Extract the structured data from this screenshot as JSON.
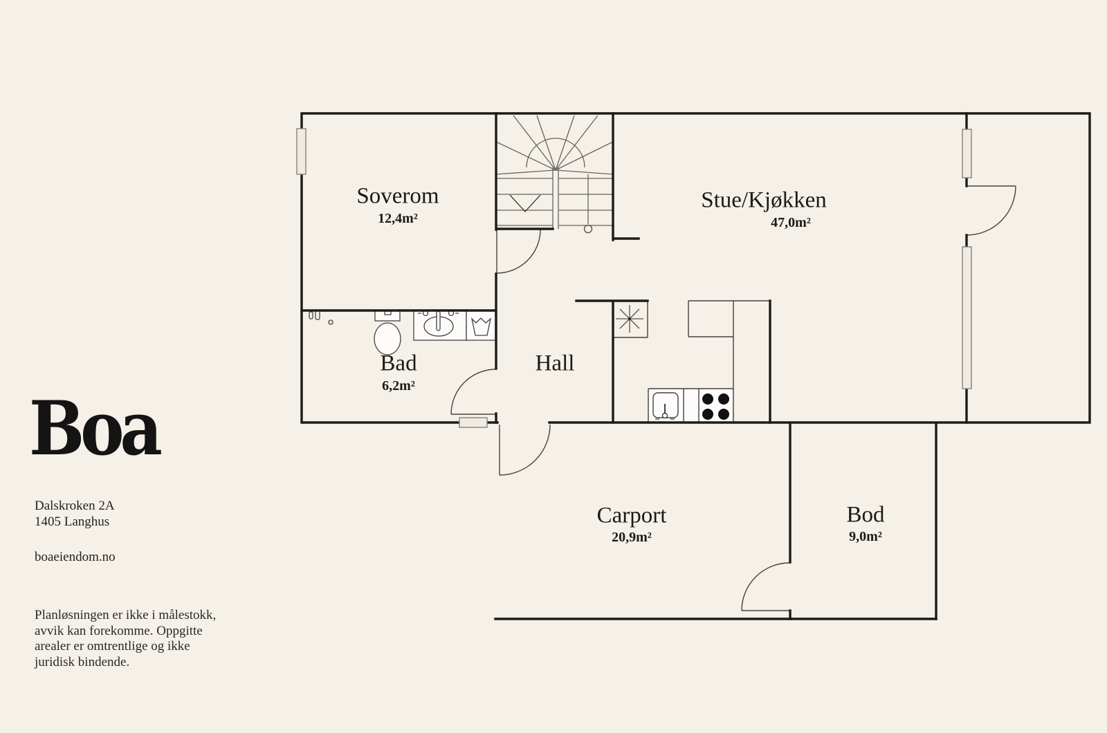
{
  "page": {
    "background_color": "#f5f0e8",
    "wall_color": "#1b1b19",
    "fixture_fill_color": "#fdfcfa",
    "window_fill_color": "#efebe3"
  },
  "branding": {
    "logo": "Boa",
    "address_line1": "Dalskroken 2A",
    "address_line2": "1405 Langhus",
    "website": "boaeiendom.no",
    "disclaimer_line1": "Planløsningen er ikke i målestokk,",
    "disclaimer_line2": "avvik kan forekomme. Oppgitte",
    "disclaimer_line3": "arealer er omtrentlige og ikke",
    "disclaimer_line4": "juridisk bindende."
  },
  "floorplan": {
    "rooms": [
      {
        "name": "Soverom",
        "area": "12,4m²"
      },
      {
        "name": "Stue/Kjøkken",
        "area": "47,0m²"
      },
      {
        "name": "Bad",
        "area": "6,2m²"
      },
      {
        "name": "Hall",
        "area": ""
      },
      {
        "name": "Carport",
        "area": "20,9m²"
      },
      {
        "name": "Bod",
        "area": "9,0m²"
      }
    ]
  }
}
